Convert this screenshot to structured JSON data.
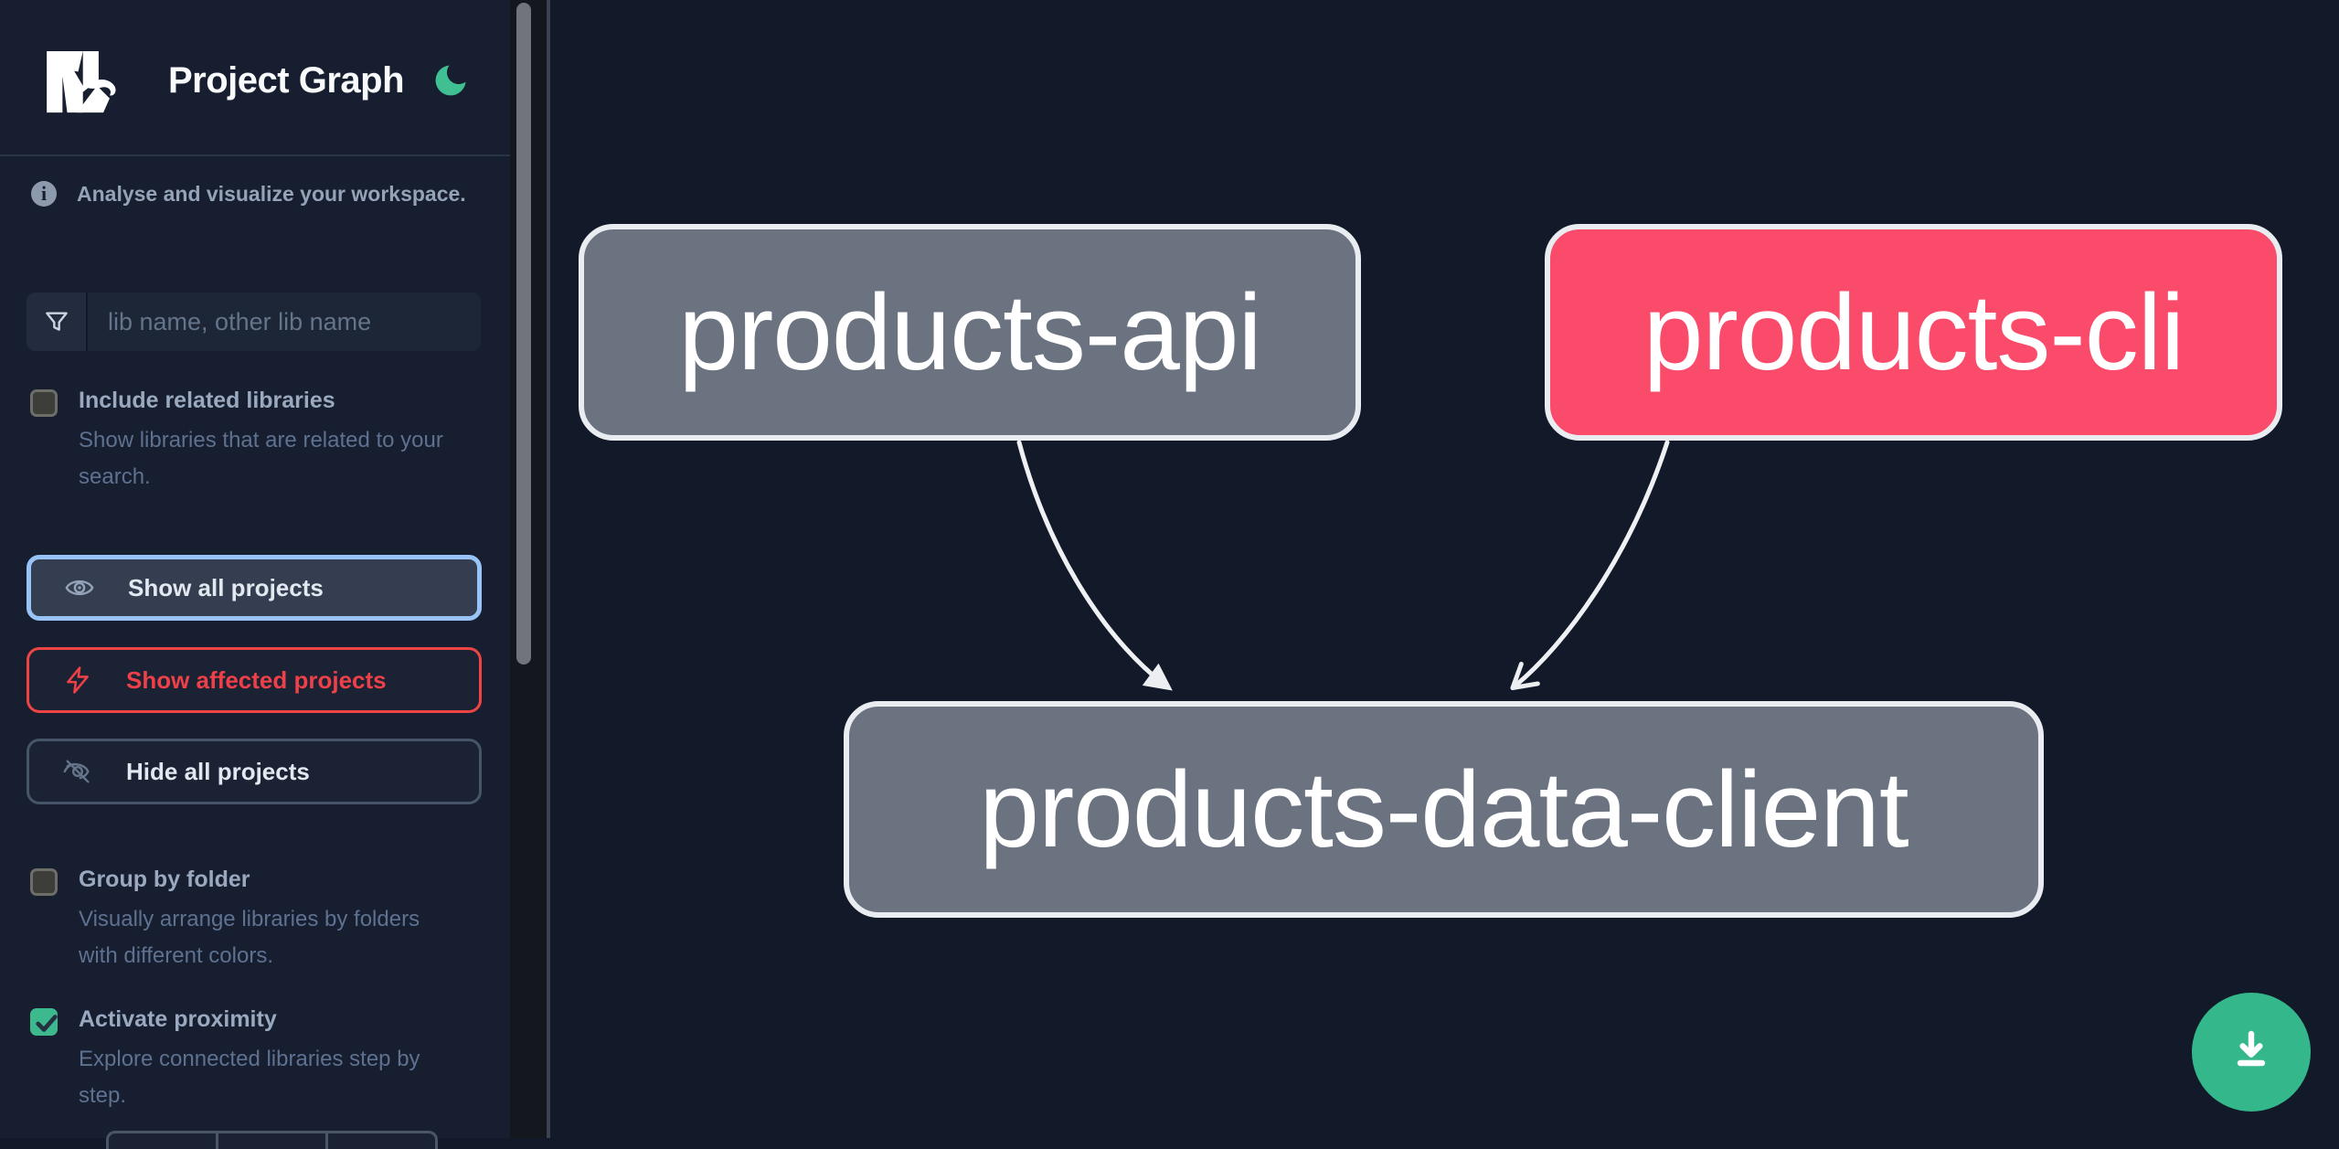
{
  "app": {
    "title": "Project Graph",
    "logo": "Nx",
    "theme_icon": "moon-icon"
  },
  "sidebar": {
    "tagline": "Analyse and visualize your workspace.",
    "search_placeholder": "lib name, other lib name",
    "include_related": {
      "label": "Include related libraries",
      "description": "Show libraries that are related to your search.",
      "checked": false
    },
    "buttons": {
      "show_all": "Show all projects",
      "show_affected": "Show affected projects",
      "hide_all": "Hide all projects",
      "focused": "show_all"
    },
    "group_by_folder": {
      "label": "Group by folder",
      "description": "Visually arrange libraries by folders with different colors.",
      "checked": false
    },
    "activate_proximity": {
      "label": "Activate proximity",
      "description": "Explore connected libraries step by step.",
      "checked": true
    }
  },
  "graph": {
    "nodes": [
      {
        "id": "products-api",
        "label": "products-api",
        "state": "default"
      },
      {
        "id": "products-cli",
        "label": "products-cli",
        "state": "affected"
      },
      {
        "id": "products-data-client",
        "label": "products-data-client",
        "state": "default"
      }
    ],
    "edges": [
      {
        "from": "products-api",
        "to": "products-data-client"
      },
      {
        "from": "products-cli",
        "to": "products-data-client"
      }
    ]
  },
  "fab": {
    "icon": "download-icon"
  },
  "colors": {
    "sidebar_bg": "#161e2f",
    "canvas_bg": "#121a29",
    "node_default": "#6b7280",
    "node_affected": "#fb4b6b",
    "focus_blue": "#97c3f7",
    "alert_red": "#ef4444",
    "accent_green": "#34b78a",
    "checkbox_green": "#3cba8e"
  }
}
